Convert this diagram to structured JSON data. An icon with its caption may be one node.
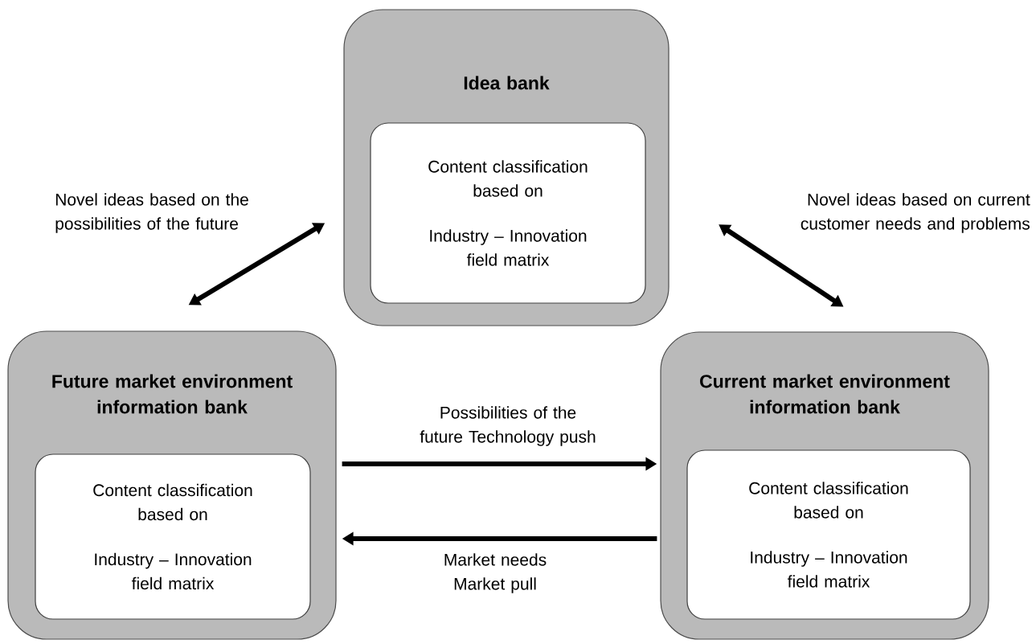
{
  "diagram": {
    "nodes": [
      {
        "text": [
          "Idea bank"
        ]
      },
      {
        "text": [
          "Content classification based on",
          "Industry – Innovation field matrix"
        ],
        "in": 0
      },
      {
        "text": [
          "Future market environment information bank"
        ]
      },
      {
        "text": [
          "Content classification based on",
          "Industry – Innovation field matrix"
        ],
        "in": 2
      },
      {
        "text": [
          "Current market environment information bank"
        ]
      },
      {
        "text": [
          "Content classification based on",
          "Industry – Innovation field matrix"
        ],
        "in": 4
      }
    ],
    "edges": [
      {
        "from": 2,
        "to": 0,
        "arrow": "both",
        "label": "Novel ideas based on the possibilities of the future"
      },
      {
        "from": 0,
        "to": 4,
        "arrow": "both",
        "label": "Novel ideas based on current customer needs and problems"
      },
      {
        "from": 2,
        "to": 4,
        "arrow": "to",
        "label": "Possibilities of the future Technology push"
      },
      {
        "from": 4,
        "to": 2,
        "arrow": "to",
        "label": "Market needs Market pull"
      }
    ]
  }
}
